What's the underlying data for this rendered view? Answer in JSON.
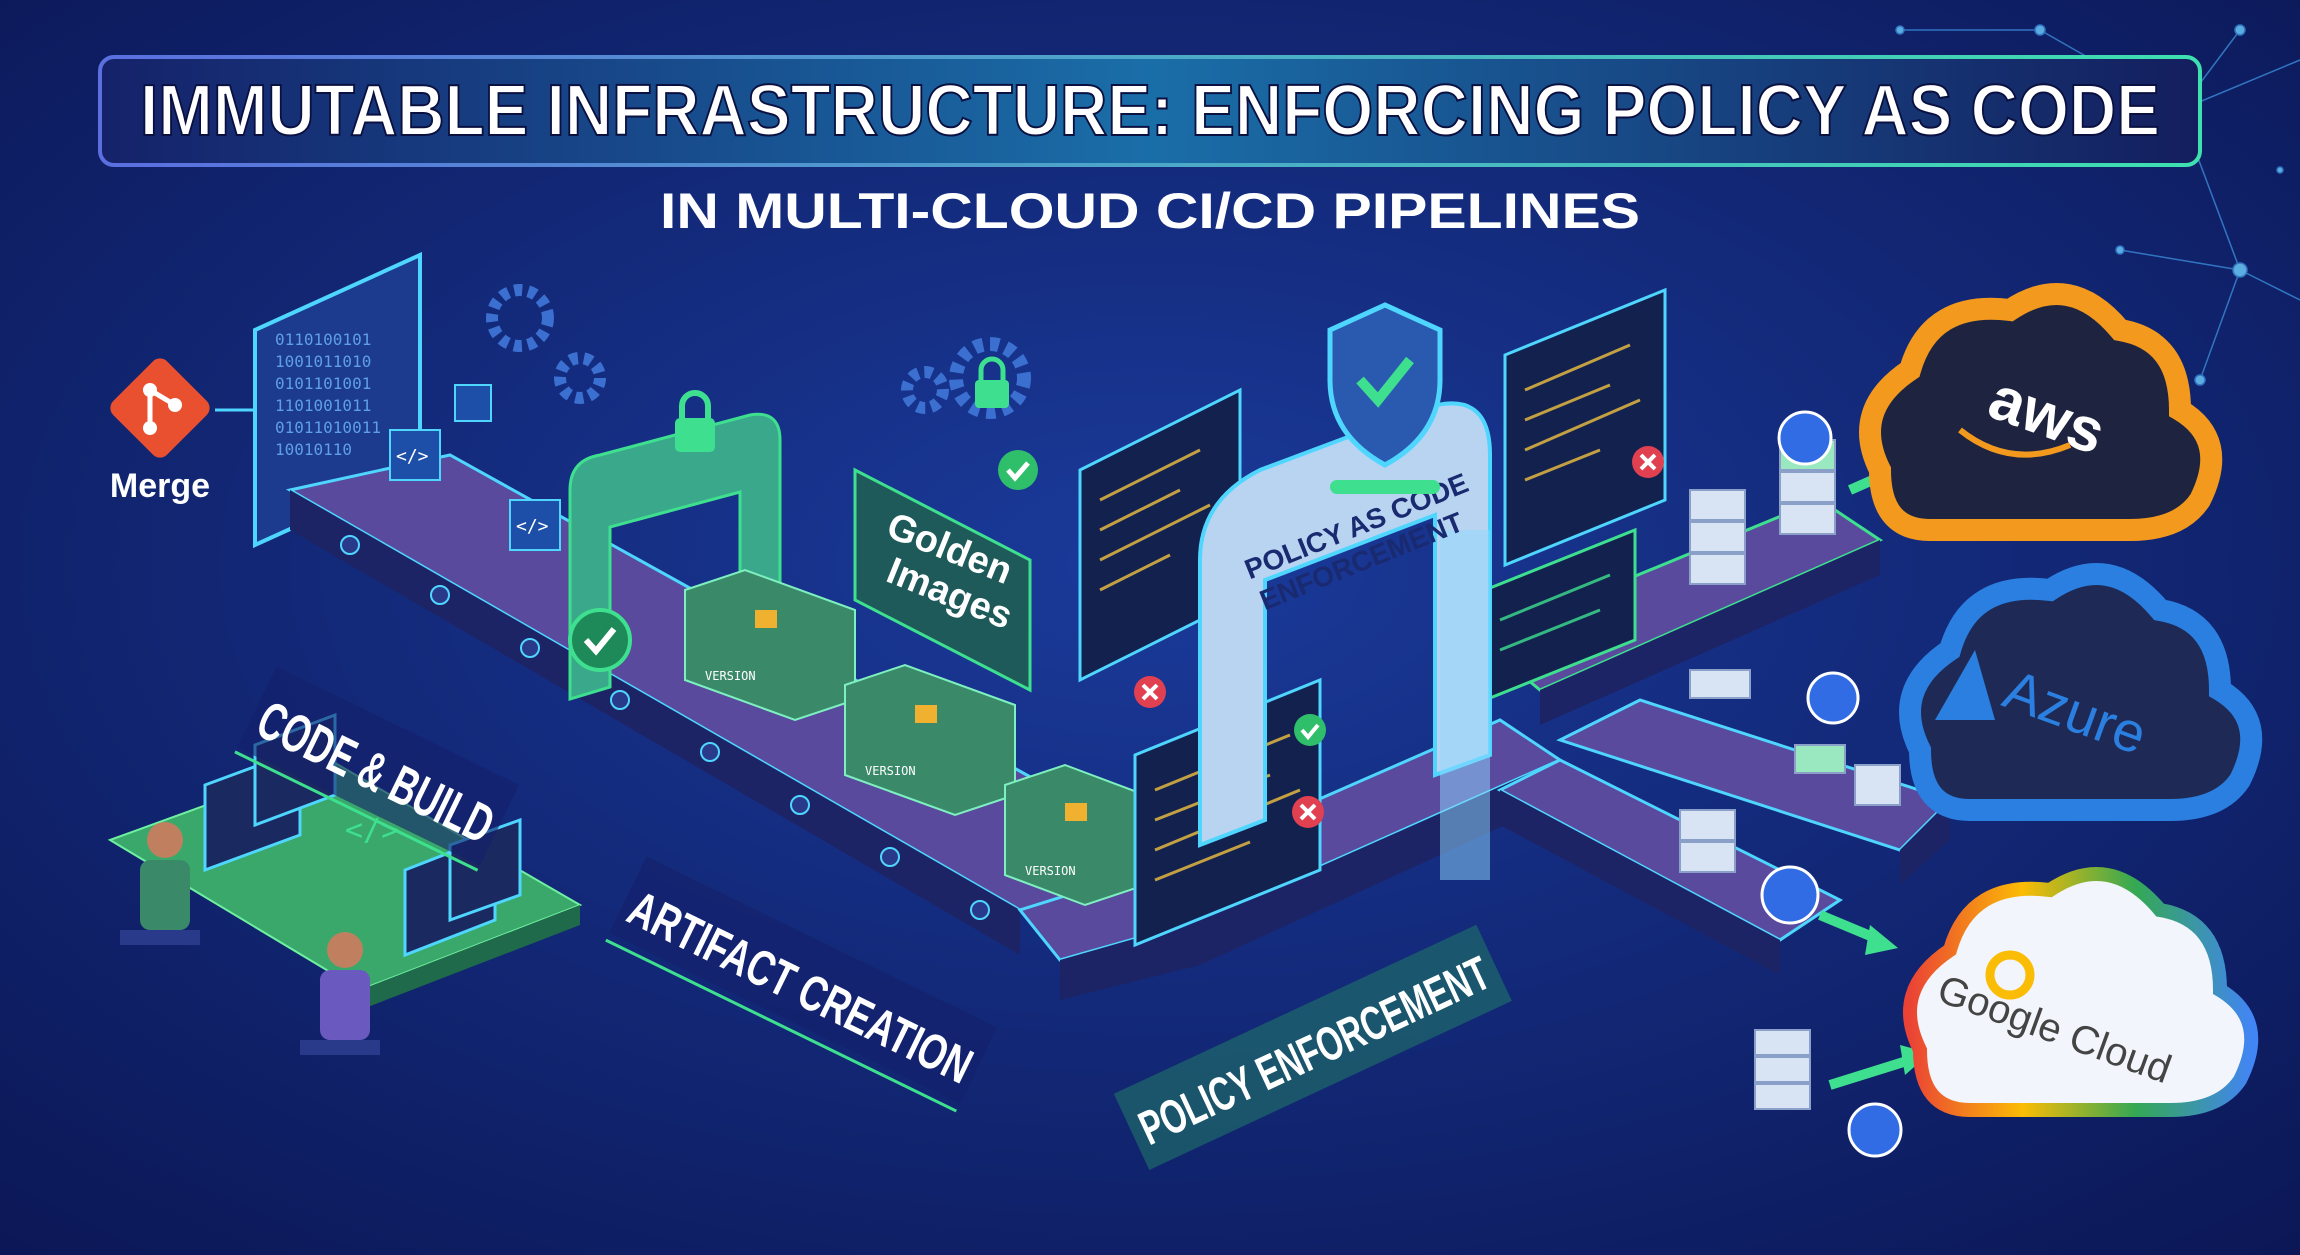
{
  "header": {
    "title": "IMMUTABLE INFRASTRUCTURE: ENFORCING POLICY AS CODE",
    "subtitle": "IN MULTI-CLOUD CI/CD PIPELINES"
  },
  "stages": {
    "merge_label": "Merge",
    "code_build": "CODE & BUILD",
    "artifact_creation": "ARTIFACT CREATION",
    "policy_enforcement": "POLICY ENFORCEMENT",
    "golden_images_line1": "Golden",
    "golden_images_line2": "Images",
    "gate_line1": "POLICY AS CODE",
    "gate_line2": "ENFORCEMENT",
    "container_tag": "VERSION",
    "code_tag": "</>"
  },
  "clouds": {
    "aws": "aws",
    "azure": "Azure",
    "google": "Google Cloud"
  },
  "icons": [
    "git-merge-icon",
    "gear-icon",
    "lock-icon",
    "shield-check-icon",
    "check-icon",
    "cross-icon",
    "kubernetes-icon",
    "server-icon",
    "arrow-icon",
    "developer-icon"
  ],
  "colors": {
    "background": "#0d1a5c",
    "accent_green": "#3ee08f",
    "accent_cyan": "#4fd6ff",
    "belt_purple": "#5a4a9e",
    "aws_orange": "#f39a1e",
    "azure_blue": "#2a7fe0",
    "git_red": "#e8502f"
  }
}
